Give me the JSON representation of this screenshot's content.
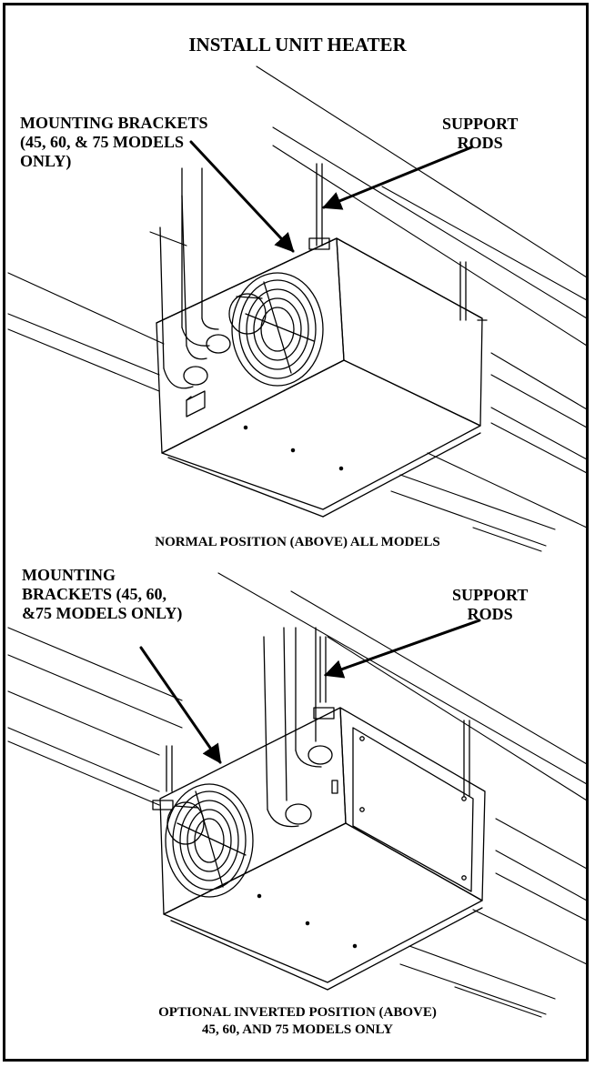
{
  "title": "INSTALL UNIT HEATER",
  "top_view": {
    "bracket_label": [
      "MOUNTING BRACKETS",
      "(45, 60, & 75 MODELS",
      "ONLY)"
    ],
    "rods_label": [
      "SUPPORT",
      "RODS"
    ],
    "caption": "NORMAL POSITION (ABOVE) ALL MODELS"
  },
  "bottom_view": {
    "bracket_label": [
      "MOUNTING",
      "BRACKETS (45, 60,",
      "&75 MODELS ONLY)"
    ],
    "rods_label": [
      "SUPPORT",
      "RODS"
    ],
    "caption": [
      "OPTIONAL INVERTED POSITION (ABOVE)",
      "45, 60, AND 75 MODELS ONLY"
    ]
  },
  "colors": {
    "ink": "#000000",
    "paper": "#ffffff"
  }
}
